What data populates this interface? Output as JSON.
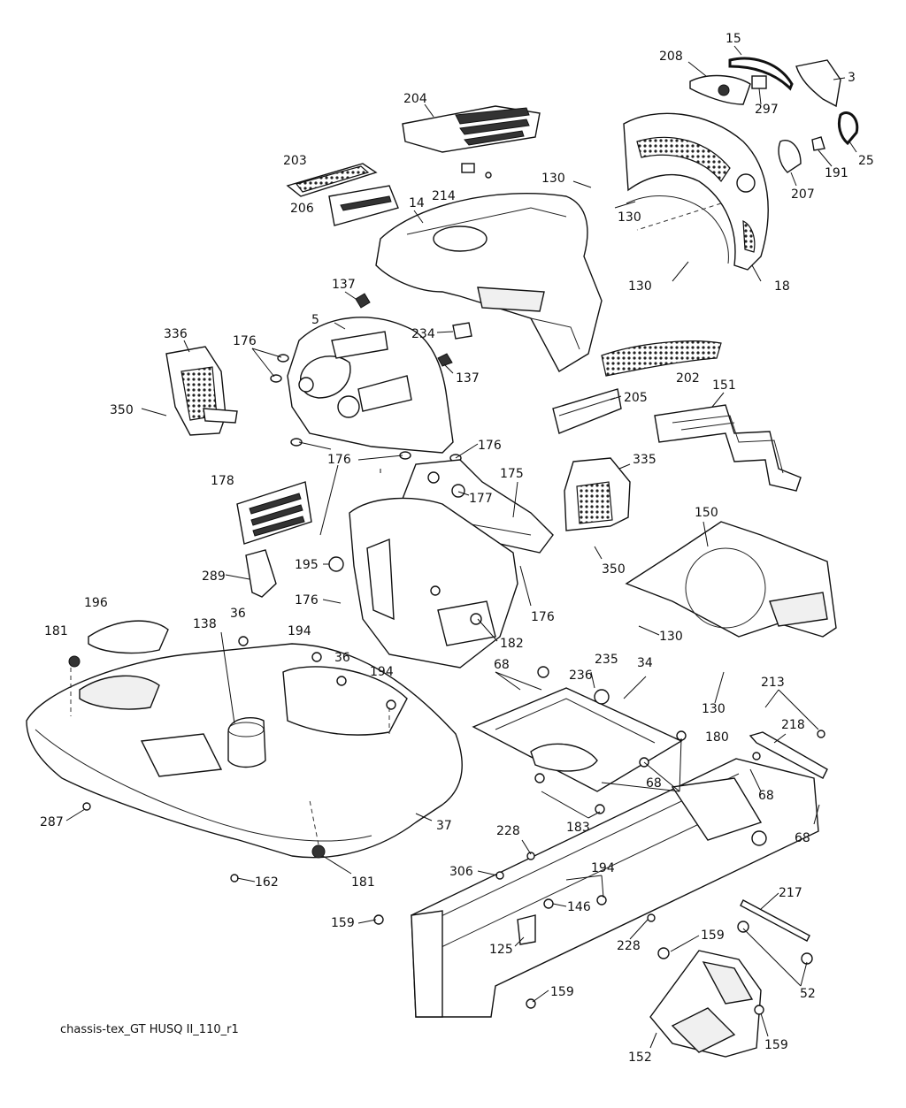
{
  "diagram": {
    "caption": "chassis-tex_GT HUSQ II_110_r1",
    "callouts": [
      "15",
      "208",
      "3",
      "297",
      "204",
      "25",
      "191",
      "207",
      "130",
      "203",
      "214",
      "14",
      "206",
      "130",
      "130",
      "18",
      "137",
      "5",
      "336",
      "176",
      "234",
      "137",
      "202",
      "350",
      "205",
      "151",
      "176",
      "176",
      "178",
      "177",
      "175",
      "335",
      "150",
      "195",
      "350",
      "289",
      "176",
      "176",
      "196",
      "36",
      "194",
      "182",
      "181",
      "138",
      "36",
      "194",
      "130",
      "68",
      "235",
      "236",
      "34",
      "130",
      "213",
      "218",
      "180",
      "68",
      "68",
      "68",
      "183",
      "287",
      "37",
      "228",
      "194",
      "306",
      "162",
      "181",
      "146",
      "217",
      "159",
      "125",
      "228",
      "159",
      "52",
      "159",
      "152",
      "159"
    ]
  }
}
